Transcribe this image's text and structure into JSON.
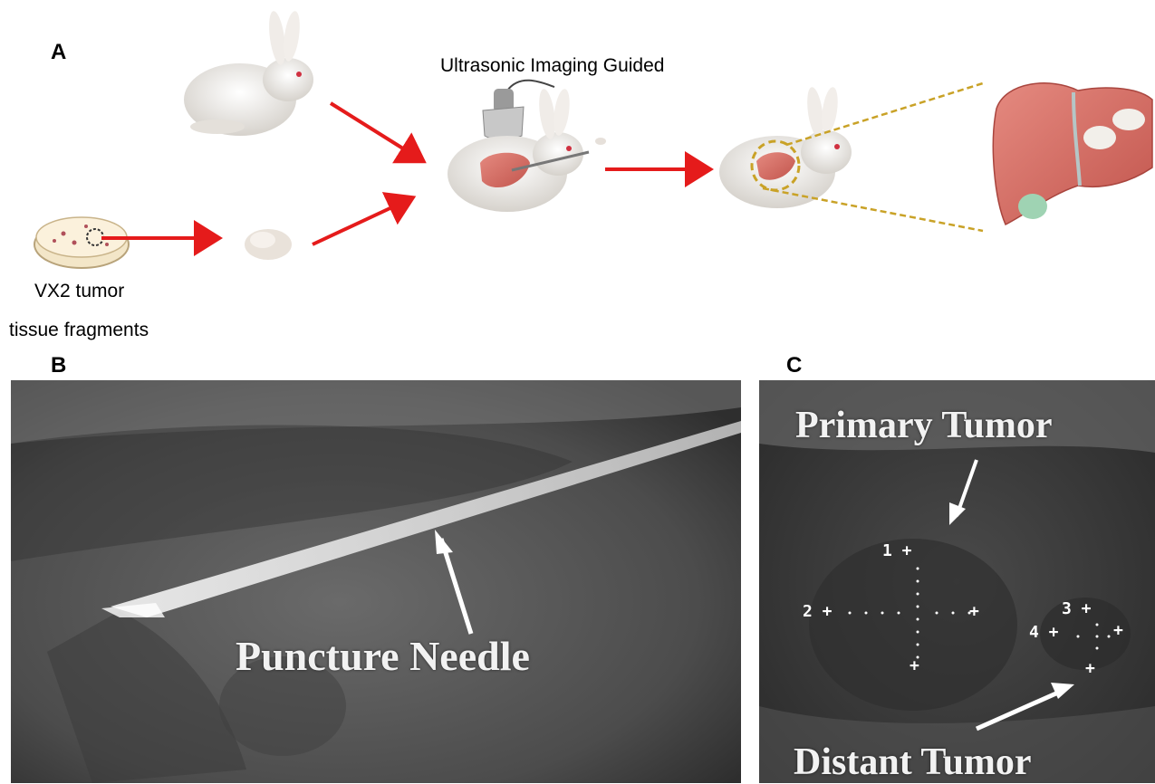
{
  "panels": {
    "a": {
      "letter": "A"
    },
    "b": {
      "letter": "B"
    },
    "c": {
      "letter": "C"
    }
  },
  "panel_a": {
    "ultrasound_caption": "Ultrasonic Imaging Guided",
    "tumor_caption_line1": "VX2 tumor",
    "tumor_caption_line2": "tissue fragments"
  },
  "panel_b": {
    "needle_label": "Puncture Needle"
  },
  "panel_c": {
    "primary_label": "Primary Tumor",
    "distant_label": "Distant Tumor",
    "markers": [
      "1",
      "2",
      "3",
      "4"
    ]
  },
  "colors": {
    "arrow_red": "#e51b1b",
    "dash_gold": "#c9a227",
    "liver": "#d9776f",
    "ultrasound_bg": "#4a4a4a"
  }
}
